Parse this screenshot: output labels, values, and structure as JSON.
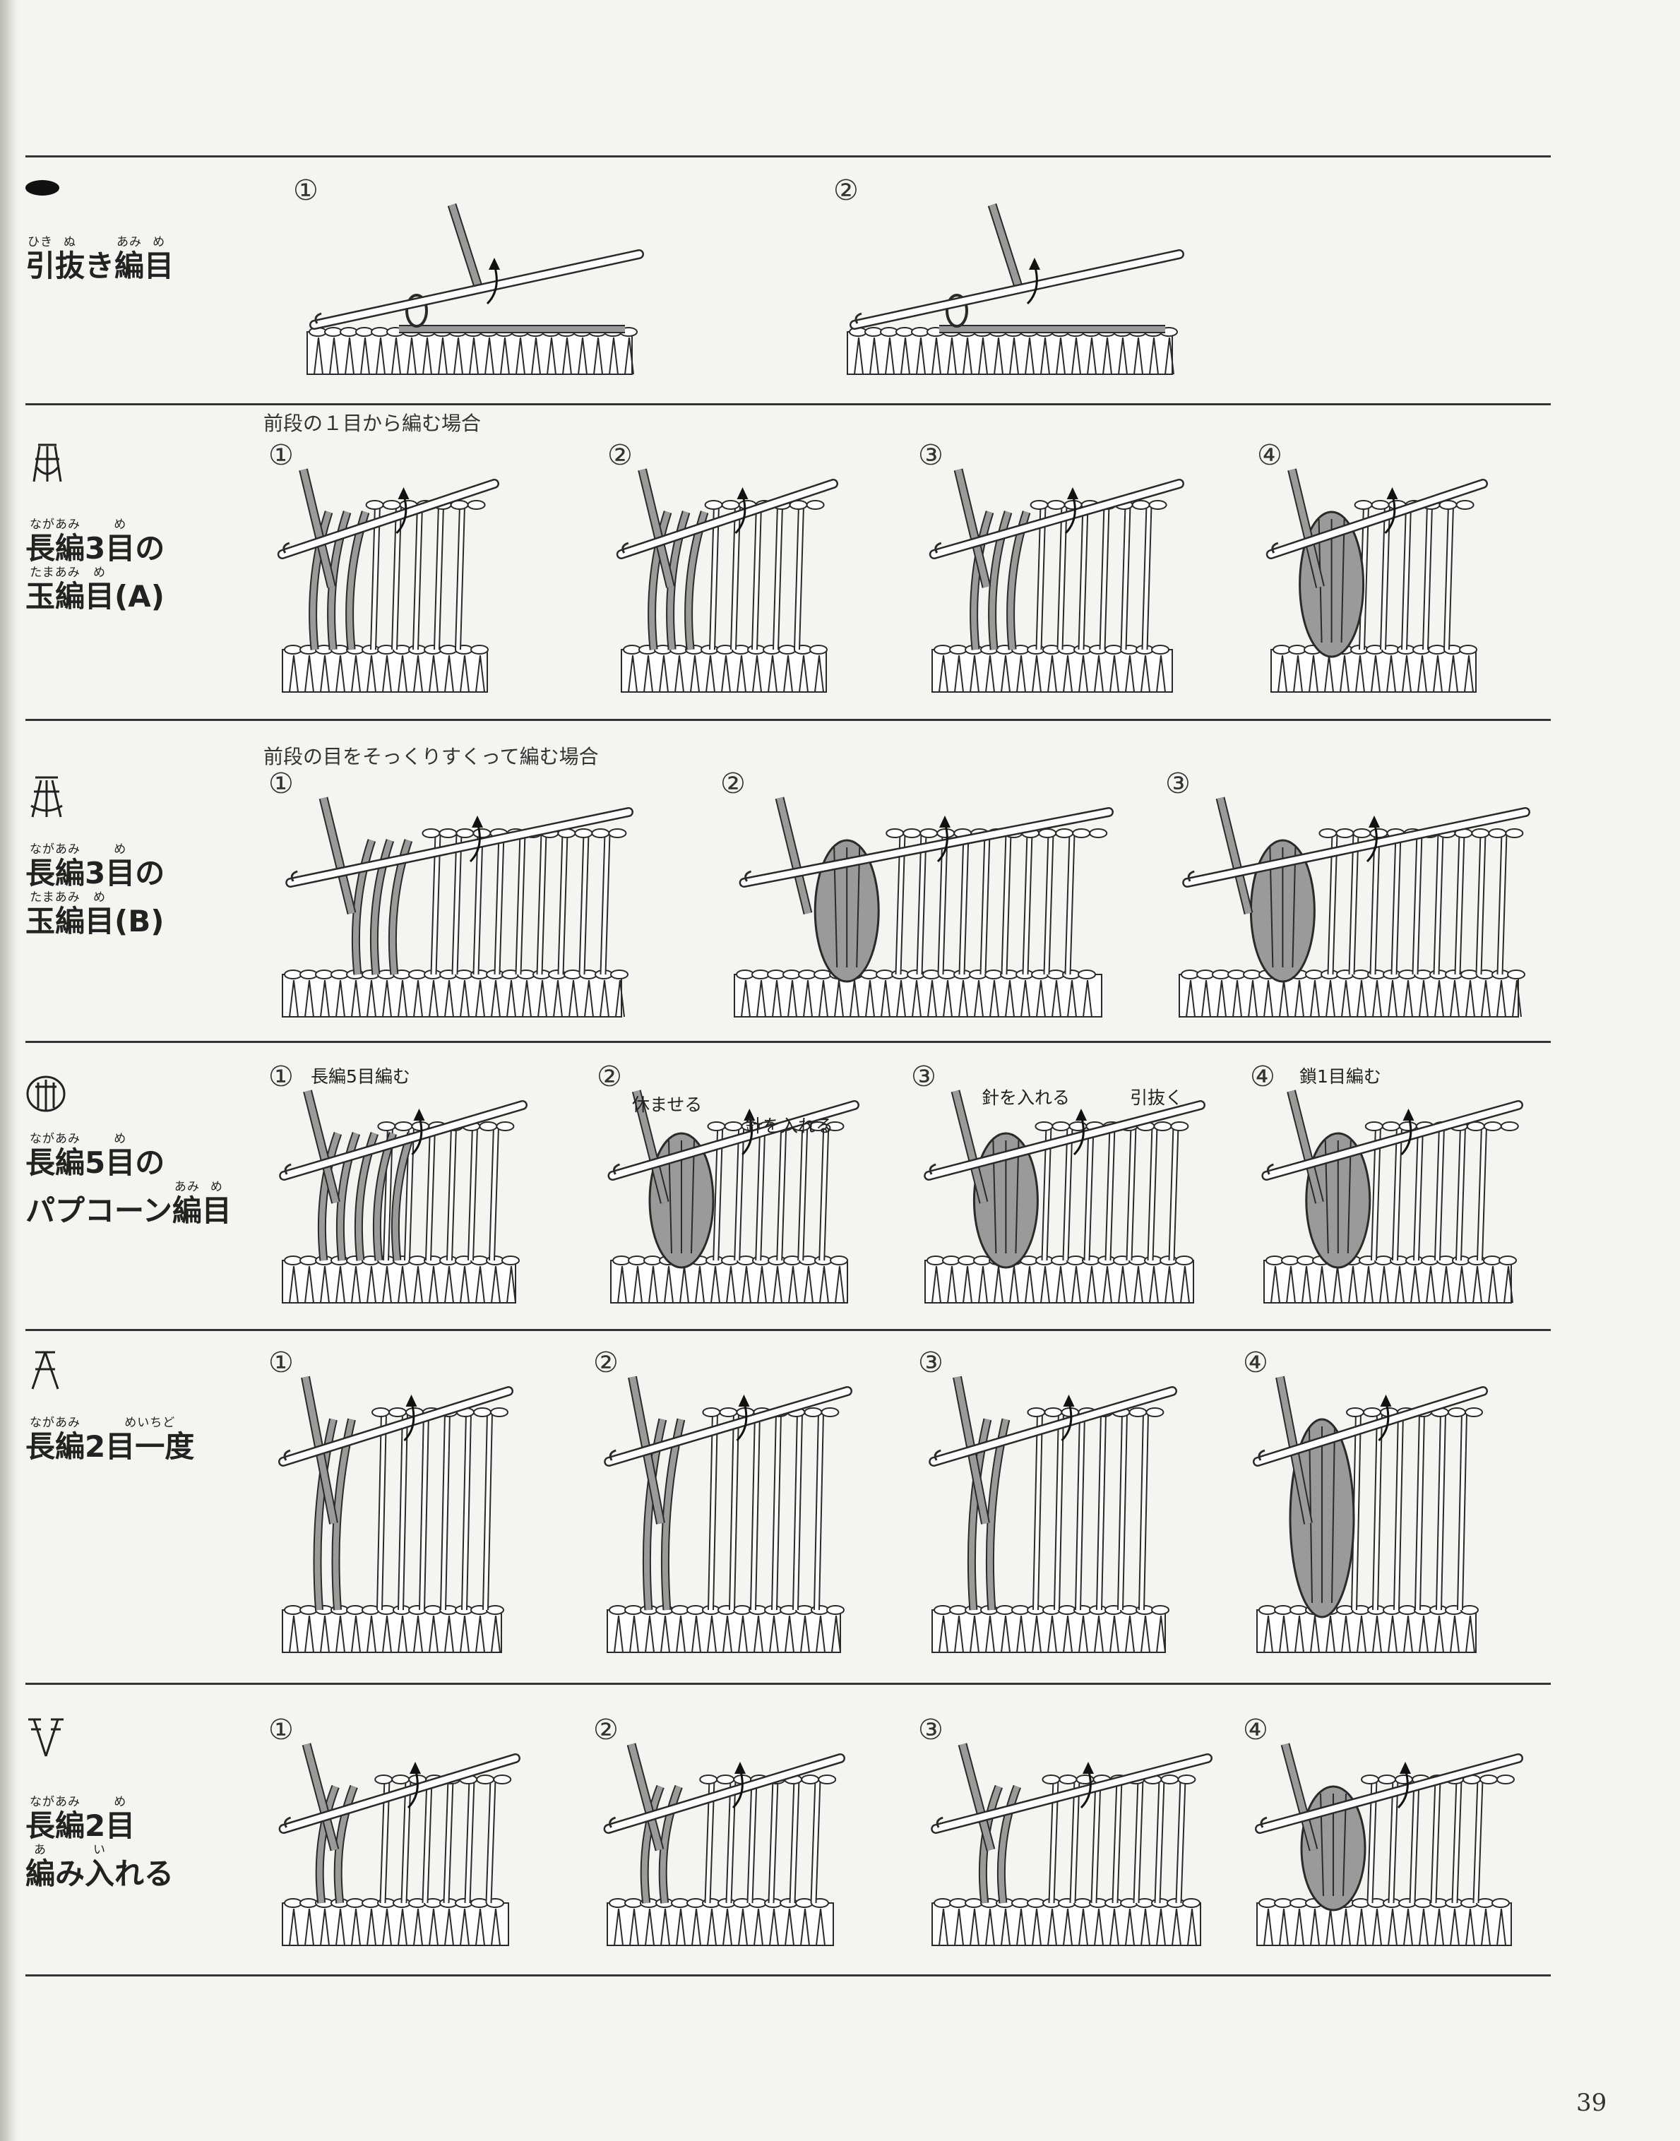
{
  "page_number": "39",
  "colors": {
    "yarn": "#9a9a9a",
    "outline": "#2a2a2a",
    "rule": "#333333"
  },
  "sections": [
    {
      "symbol": "slip-stitch-symbol",
      "title": [
        [
          {
            "rb": "ひき",
            "rt": "引"
          },
          {
            "rb": "ぬ",
            "rt": "抜"
          },
          {
            "rb": "",
            "rt": "き"
          },
          {
            "rb": "あみ",
            "rt": "編"
          },
          {
            "rb": "め",
            "rt": "目"
          }
        ]
      ],
      "note": "",
      "steps": [
        {
          "num": "①"
        },
        {
          "num": "②"
        }
      ]
    },
    {
      "symbol": "three-dc-bobble-a-symbol",
      "title": [
        [
          {
            "rb": "ながあみ",
            "rt": "長編"
          },
          {
            "rb": "",
            "rt": "3"
          },
          {
            "rb": "め",
            "rt": "目"
          },
          {
            "rb": "",
            "rt": "の"
          }
        ],
        [
          {
            "rb": "たまあみ",
            "rt": "玉編"
          },
          {
            "rb": "め",
            "rt": "目"
          },
          {
            "rb": "",
            "rt": "(A)"
          }
        ]
      ],
      "note": "前段の１目から編む場合",
      "steps": [
        {
          "num": "①"
        },
        {
          "num": "②"
        },
        {
          "num": "③"
        },
        {
          "num": "④"
        }
      ]
    },
    {
      "symbol": "three-dc-bobble-b-symbol",
      "title": [
        [
          {
            "rb": "ながあみ",
            "rt": "長編"
          },
          {
            "rb": "",
            "rt": "3"
          },
          {
            "rb": "め",
            "rt": "目"
          },
          {
            "rb": "",
            "rt": "の"
          }
        ],
        [
          {
            "rb": "たまあみ",
            "rt": "玉編"
          },
          {
            "rb": "め",
            "rt": "目"
          },
          {
            "rb": "",
            "rt": "(B)"
          }
        ]
      ],
      "note": "前段の目をそっくりすくって編む場合",
      "steps": [
        {
          "num": "①"
        },
        {
          "num": "②"
        },
        {
          "num": "③"
        }
      ]
    },
    {
      "symbol": "popcorn-symbol",
      "title": [
        [
          {
            "rb": "ながあみ",
            "rt": "長編"
          },
          {
            "rb": "",
            "rt": "5"
          },
          {
            "rb": "め",
            "rt": "目"
          },
          {
            "rb": "",
            "rt": "の"
          }
        ],
        [
          {
            "rb": "",
            "rt": "パプコーン"
          },
          {
            "rb": "あみ",
            "rt": "編"
          },
          {
            "rb": "め",
            "rt": "目"
          }
        ]
      ],
      "note": "",
      "steps": [
        {
          "num": "①",
          "callouts": [
            "長編5目編む"
          ]
        },
        {
          "num": "②",
          "callouts": [
            "休ませる",
            "針を入れる"
          ]
        },
        {
          "num": "③",
          "callouts": [
            "針を入れる",
            "引抜く"
          ]
        },
        {
          "num": "④",
          "callouts": [
            "鎖1目編む"
          ]
        }
      ]
    },
    {
      "symbol": "dc2tog-symbol",
      "title": [
        [
          {
            "rb": "ながあみ",
            "rt": "長編"
          },
          {
            "rb": "",
            "rt": "2"
          },
          {
            "rb": "めいちど",
            "rt": "目一度"
          }
        ]
      ],
      "note": "",
      "steps": [
        {
          "num": "①"
        },
        {
          "num": "②"
        },
        {
          "num": "③"
        },
        {
          "num": "④"
        }
      ]
    },
    {
      "symbol": "dc-increase-symbol",
      "title": [
        [
          {
            "rb": "ながあみ",
            "rt": "長編"
          },
          {
            "rb": "",
            "rt": "2"
          },
          {
            "rb": "め",
            "rt": "目"
          }
        ],
        [
          {
            "rb": "あ",
            "rt": "編"
          },
          {
            "rb": "",
            "rt": "み"
          },
          {
            "rb": "い",
            "rt": "入"
          },
          {
            "rb": "",
            "rt": "れる"
          }
        ]
      ],
      "note": "",
      "steps": [
        {
          "num": "①"
        },
        {
          "num": "②"
        },
        {
          "num": "③"
        },
        {
          "num": "④"
        }
      ]
    }
  ]
}
